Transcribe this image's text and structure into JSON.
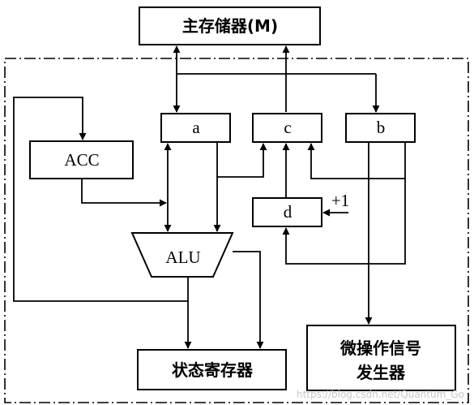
{
  "blocks": {
    "main_memory": "主存储器(M)",
    "reg_a": "a",
    "reg_c": "c",
    "reg_b": "b",
    "acc": "ACC",
    "reg_d": "d",
    "increment": "+1",
    "alu": "ALU",
    "status_register": "状态寄存器",
    "micro_signal_line1": "微操作信号",
    "micro_signal_line2": "发生器"
  },
  "watermark": "https://blog.csdn.net/Quantum_Go"
}
